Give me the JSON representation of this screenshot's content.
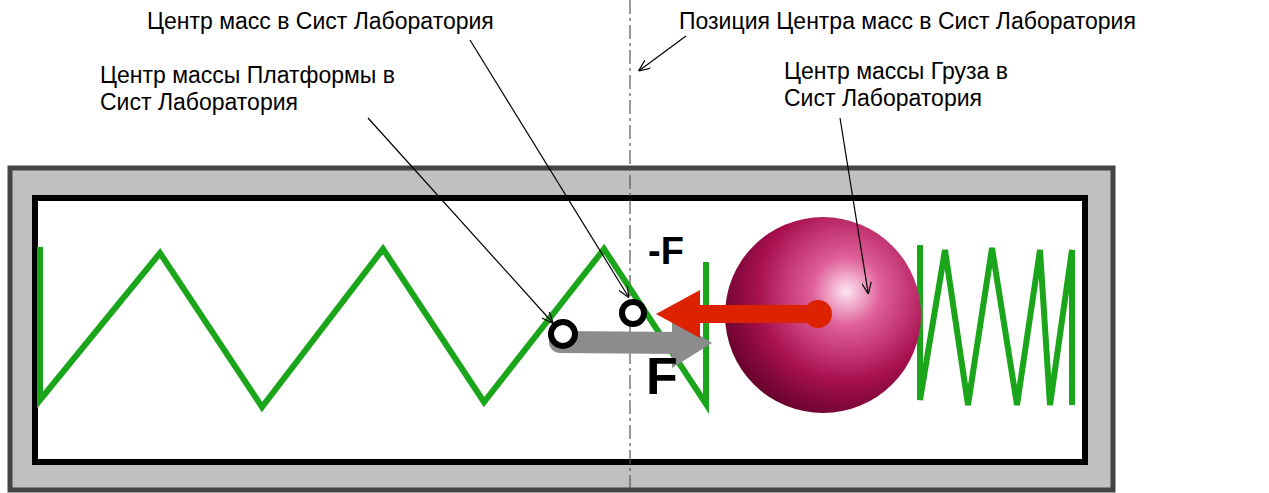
{
  "diagram": {
    "labels": [
      "Центр масс в Сист Лаборатория",
      "Позиция Центра масс в Сист Лаборатория",
      "Центр массы Платформы в Сист Лаборатория",
      "Центр массы Груза в Сист Лаборатория",
      "-F",
      "F"
    ]
  }
}
